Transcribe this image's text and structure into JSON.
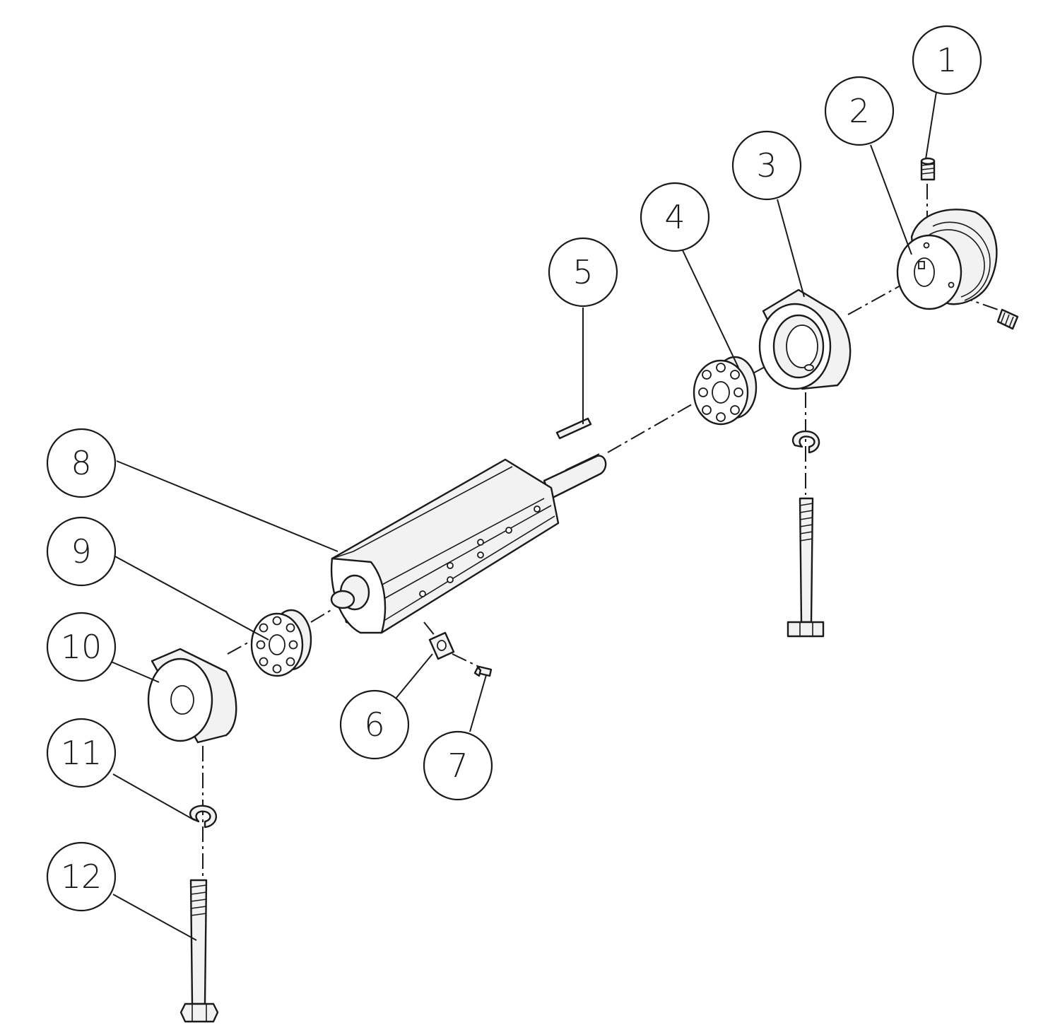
{
  "diagram": {
    "type": "exploded-parts-view",
    "callouts": [
      {
        "id": "1",
        "label": "1"
      },
      {
        "id": "2",
        "label": "2"
      },
      {
        "id": "3",
        "label": "3"
      },
      {
        "id": "4",
        "label": "4"
      },
      {
        "id": "5",
        "label": "5"
      },
      {
        "id": "6",
        "label": "6"
      },
      {
        "id": "7",
        "label": "7"
      },
      {
        "id": "8",
        "label": "8"
      },
      {
        "id": "9",
        "label": "9"
      },
      {
        "id": "10",
        "label": "10"
      },
      {
        "id": "11",
        "label": "11"
      },
      {
        "id": "12",
        "label": "12"
      }
    ],
    "parts": [
      {
        "callout": "1",
        "icon": "set-screw-icon"
      },
      {
        "callout": "2",
        "icon": "pulley-icon"
      },
      {
        "callout": "3",
        "icon": "bearing-housing-icon"
      },
      {
        "callout": "4",
        "icon": "ball-bearing-icon"
      },
      {
        "callout": "5",
        "icon": "key-icon"
      },
      {
        "callout": "6",
        "icon": "gib-plate-icon"
      },
      {
        "callout": "7",
        "icon": "screw-icon"
      },
      {
        "callout": "8",
        "icon": "cutterhead-icon"
      },
      {
        "callout": "9",
        "icon": "ball-bearing-icon"
      },
      {
        "callout": "10",
        "icon": "bearing-housing-icon"
      },
      {
        "callout": "11",
        "icon": "lock-washer-icon"
      },
      {
        "callout": "12",
        "icon": "hex-bolt-icon"
      }
    ]
  }
}
